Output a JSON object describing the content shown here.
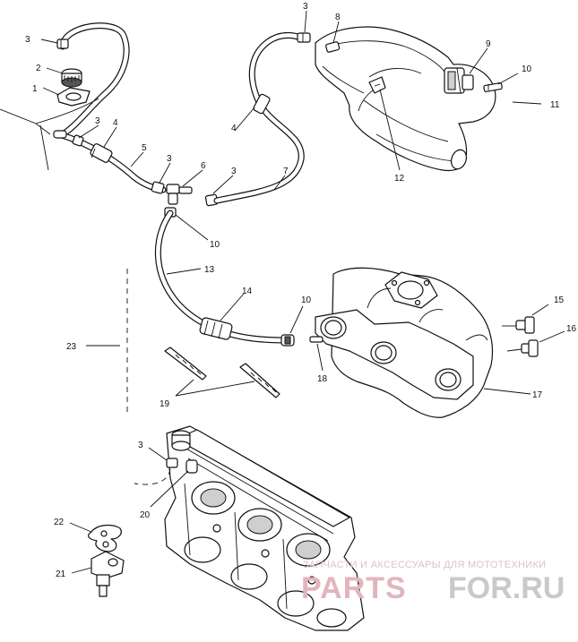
{
  "callouts": {
    "c1": "1",
    "c2": "2",
    "c3a": "3",
    "c3b": "3",
    "c3c": "3",
    "c3d": "3",
    "c3e": "3",
    "c3f": "3",
    "c4a": "4",
    "c4b": "4",
    "c5": "5",
    "c6": "6",
    "c7": "7",
    "c8": "8",
    "c9": "9",
    "c10a": "10",
    "c10b": "10",
    "c10c": "10",
    "c11": "11",
    "c12": "12",
    "c13": "13",
    "c14": "14",
    "c15": "15",
    "c16": "16",
    "c17": "17",
    "c18": "18",
    "c19": "19",
    "c20": "20",
    "c21": "21",
    "c22": "22",
    "c23": "23"
  },
  "watermark": {
    "tagline": "ЗАПЧАСТИ И АКСЕССУАРЫ ДЛЯ МОТОТЕХНИКИ",
    "brand_left": "PARTS",
    "brand_right": "FOR.RU"
  }
}
